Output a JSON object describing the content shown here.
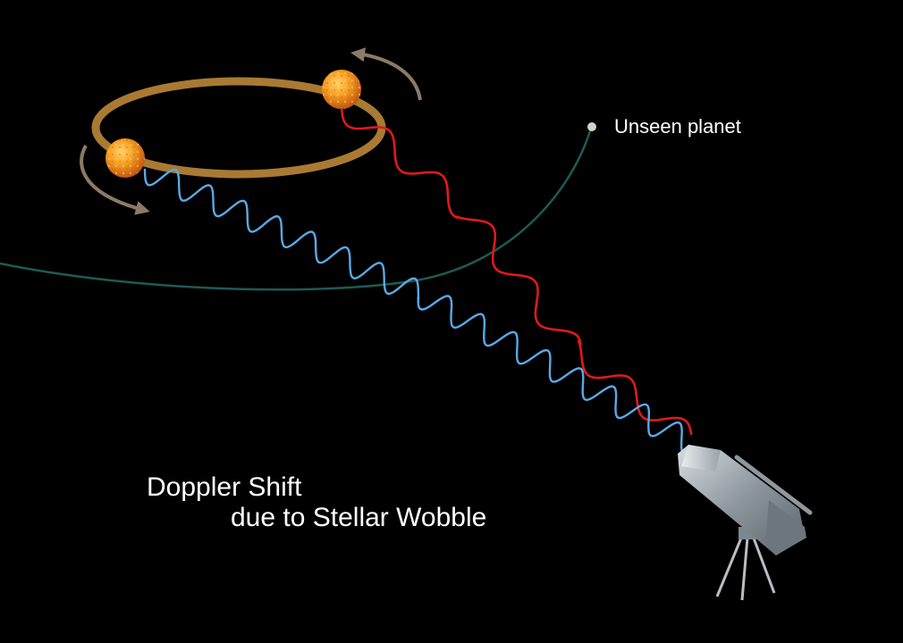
{
  "labels": {
    "planet": "Unseen planet",
    "title_line1": "Doppler Shift",
    "title_line2": "due to Stellar Wobble"
  },
  "colors": {
    "background": "#000000",
    "stellar_orbit": "#a97a33",
    "planet_orbit": "#1f5a55",
    "redshift_wave": "#e01a1a",
    "blueshift_wave": "#5aa9e6",
    "star": "#f39a1e",
    "motion_arrow": "#8c7a68",
    "planet": "#cfd8c8",
    "telescope": "#aab2b8",
    "text": "#ffffff"
  },
  "icons": [
    "star-icon",
    "planet-icon",
    "telescope-icon",
    "motion-arrow-icon"
  ]
}
